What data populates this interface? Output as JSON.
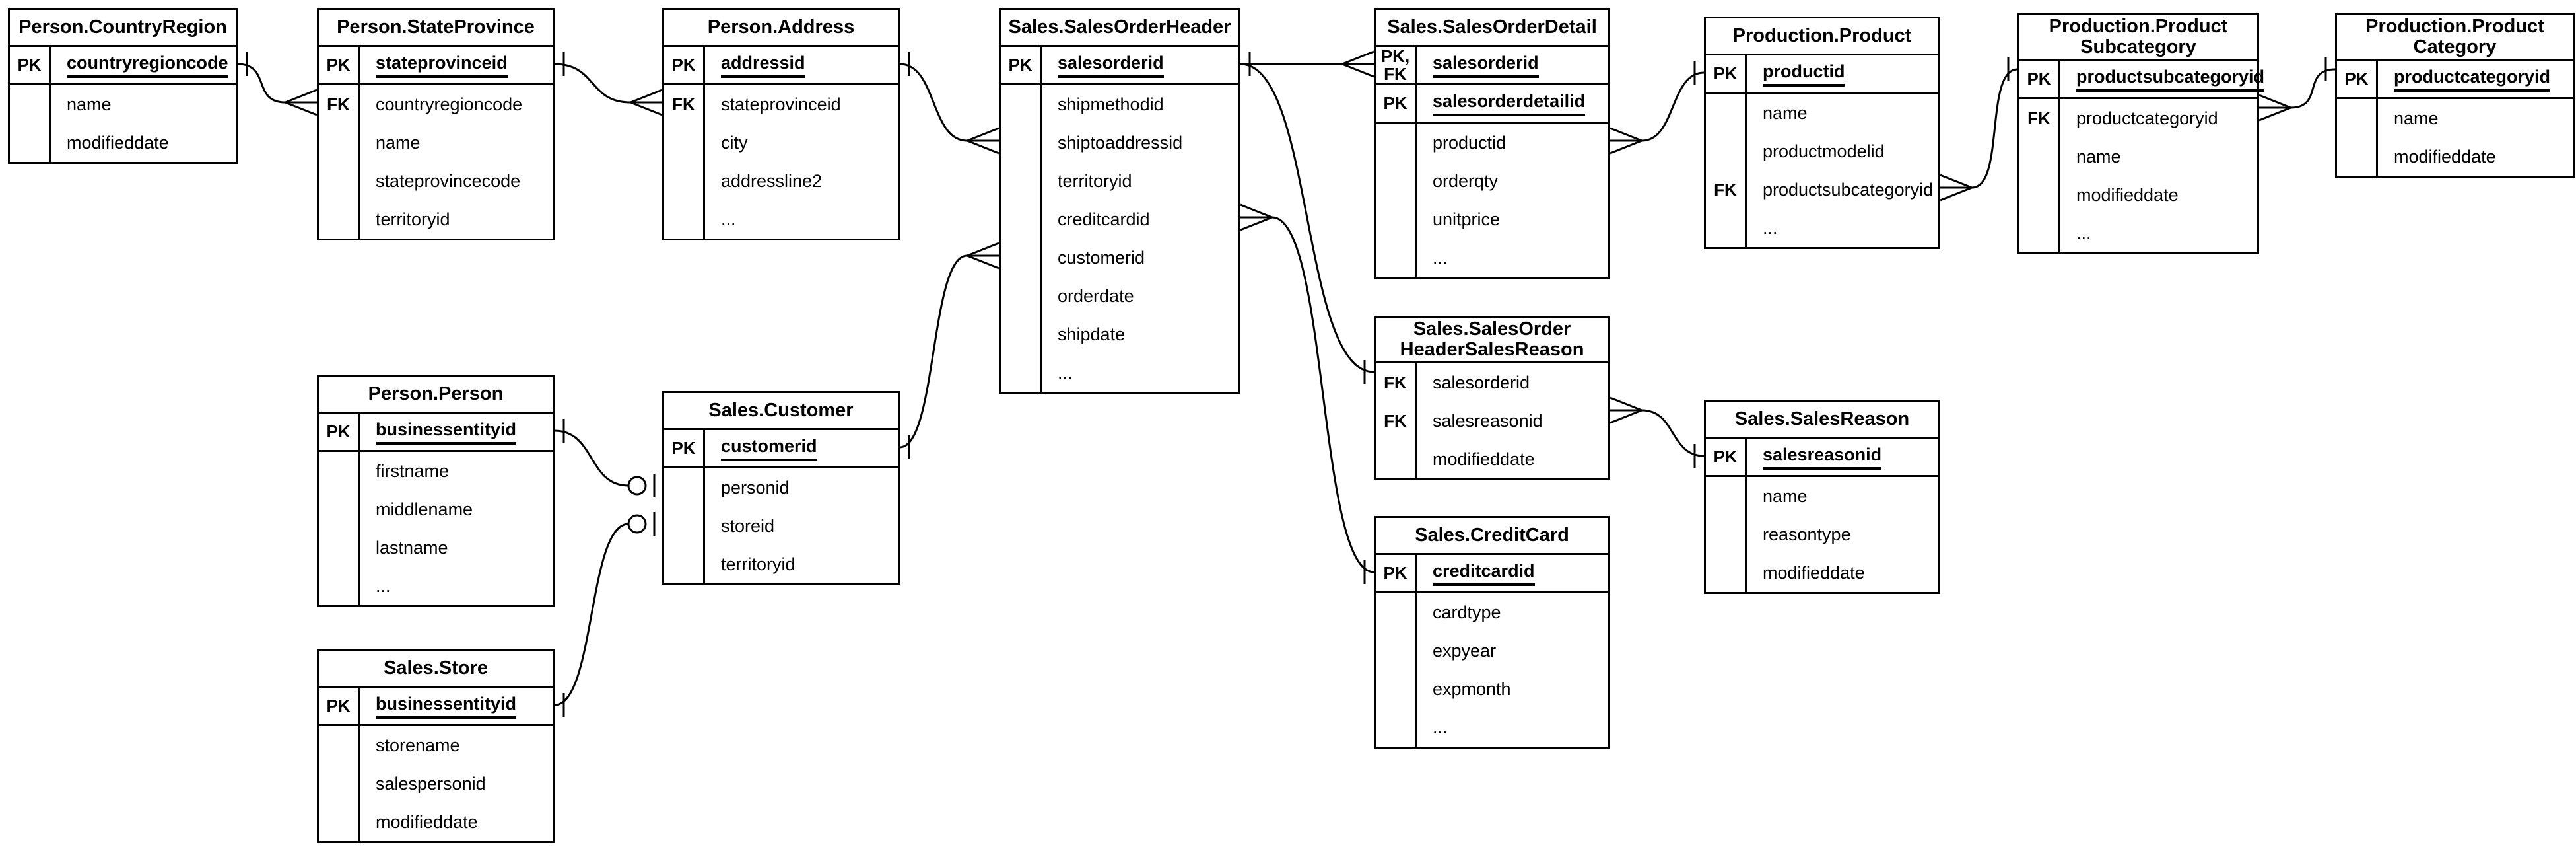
{
  "diagram": {
    "tables": [
      {
        "id": "countryregion",
        "title": "Person.CountryRegion",
        "rows": [
          {
            "key": "PK",
            "name": "countryregioncode",
            "pk": true,
            "sep": true
          },
          {
            "key": "",
            "name": "name",
            "pk": false,
            "sep": false
          },
          {
            "key": "",
            "name": "modifieddate",
            "pk": false,
            "sep": false
          }
        ]
      },
      {
        "id": "stateprovince",
        "title": "Person.StateProvince",
        "rows": [
          {
            "key": "PK",
            "name": "stateprovinceid",
            "pk": true,
            "sep": true
          },
          {
            "key": "FK",
            "name": "countryregioncode",
            "pk": false,
            "sep": false
          },
          {
            "key": "",
            "name": "name",
            "pk": false,
            "sep": false
          },
          {
            "key": "",
            "name": "stateprovincecode",
            "pk": false,
            "sep": false
          },
          {
            "key": "",
            "name": "territoryid",
            "pk": false,
            "sep": false
          }
        ]
      },
      {
        "id": "address",
        "title": "Person.Address",
        "rows": [
          {
            "key": "PK",
            "name": "addressid",
            "pk": true,
            "sep": true
          },
          {
            "key": "FK",
            "name": "stateprovinceid",
            "pk": false,
            "sep": false
          },
          {
            "key": "",
            "name": "city",
            "pk": false,
            "sep": false
          },
          {
            "key": "",
            "name": "addressline2",
            "pk": false,
            "sep": false
          },
          {
            "key": "",
            "name": "...",
            "pk": false,
            "sep": false
          }
        ]
      },
      {
        "id": "salesorderheader",
        "title": "Sales.SalesOrderHeader",
        "rows": [
          {
            "key": "PK",
            "name": "salesorderid",
            "pk": true,
            "sep": true
          },
          {
            "key": "",
            "name": "shipmethodid",
            "pk": false,
            "sep": false
          },
          {
            "key": "",
            "name": "shiptoaddressid",
            "pk": false,
            "sep": false
          },
          {
            "key": "",
            "name": "territoryid",
            "pk": false,
            "sep": false
          },
          {
            "key": "",
            "name": "creditcardid",
            "pk": false,
            "sep": false
          },
          {
            "key": "",
            "name": "customerid",
            "pk": false,
            "sep": false
          },
          {
            "key": "",
            "name": "orderdate",
            "pk": false,
            "sep": false
          },
          {
            "key": "",
            "name": "shipdate",
            "pk": false,
            "sep": false
          },
          {
            "key": "",
            "name": "...",
            "pk": false,
            "sep": false
          }
        ]
      },
      {
        "id": "salesorderdetail",
        "title": "Sales.SalesOrderDetail",
        "rows": [
          {
            "key": "PK,\nFK",
            "name": "salesorderid",
            "pk": true,
            "sep": true
          },
          {
            "key": "PK",
            "name": "salesorderdetailid",
            "pk": true,
            "sep": true
          },
          {
            "key": "",
            "name": "productid",
            "pk": false,
            "sep": false
          },
          {
            "key": "",
            "name": "orderqty",
            "pk": false,
            "sep": false
          },
          {
            "key": "",
            "name": "unitprice",
            "pk": false,
            "sep": false
          },
          {
            "key": "",
            "name": "...",
            "pk": false,
            "sep": false
          }
        ]
      },
      {
        "id": "product",
        "title": "Production.Product",
        "rows": [
          {
            "key": "PK",
            "name": "productid",
            "pk": true,
            "sep": true
          },
          {
            "key": "",
            "name": "name",
            "pk": false,
            "sep": false
          },
          {
            "key": "",
            "name": "productmodelid",
            "pk": false,
            "sep": false
          },
          {
            "key": "FK",
            "name": "productsubcategoryid",
            "pk": false,
            "sep": false
          },
          {
            "key": "",
            "name": "...",
            "pk": false,
            "sep": false
          }
        ]
      },
      {
        "id": "productsubcategory",
        "title": "Production.Product\nSubcategory",
        "rows": [
          {
            "key": "PK",
            "name": "productsubcategoryid",
            "pk": true,
            "sep": true
          },
          {
            "key": "FK",
            "name": "productcategoryid",
            "pk": false,
            "sep": false
          },
          {
            "key": "",
            "name": "name",
            "pk": false,
            "sep": false
          },
          {
            "key": "",
            "name": "modifieddate",
            "pk": false,
            "sep": false
          },
          {
            "key": "",
            "name": "...",
            "pk": false,
            "sep": false
          }
        ]
      },
      {
        "id": "productcategory",
        "title": "Production.Product\nCategory",
        "rows": [
          {
            "key": "PK",
            "name": "productcategoryid",
            "pk": true,
            "sep": true
          },
          {
            "key": "",
            "name": "name",
            "pk": false,
            "sep": false
          },
          {
            "key": "",
            "name": "modifieddate",
            "pk": false,
            "sep": false
          }
        ]
      },
      {
        "id": "person",
        "title": "Person.Person",
        "rows": [
          {
            "key": "PK",
            "name": "businessentityid",
            "pk": true,
            "sep": true
          },
          {
            "key": "",
            "name": "firstname",
            "pk": false,
            "sep": false
          },
          {
            "key": "",
            "name": "middlename",
            "pk": false,
            "sep": false
          },
          {
            "key": "",
            "name": "lastname",
            "pk": false,
            "sep": false
          },
          {
            "key": "",
            "name": "...",
            "pk": false,
            "sep": false
          }
        ]
      },
      {
        "id": "customer",
        "title": "Sales.Customer",
        "rows": [
          {
            "key": "PK",
            "name": "customerid",
            "pk": true,
            "sep": true
          },
          {
            "key": "",
            "name": "personid",
            "pk": false,
            "sep": false
          },
          {
            "key": "",
            "name": "storeid",
            "pk": false,
            "sep": false
          },
          {
            "key": "",
            "name": "territoryid",
            "pk": false,
            "sep": false
          }
        ]
      },
      {
        "id": "salesorderheadersalesreason",
        "title": "Sales.SalesOrder\nHeaderSalesReason",
        "rows": [
          {
            "key": "FK",
            "name": "salesorderid",
            "pk": false,
            "sep": false
          },
          {
            "key": "FK",
            "name": "salesreasonid",
            "pk": false,
            "sep": false
          },
          {
            "key": "",
            "name": "modifieddate",
            "pk": false,
            "sep": false
          }
        ]
      },
      {
        "id": "salesreason",
        "title": "Sales.SalesReason",
        "rows": [
          {
            "key": "PK",
            "name": "salesreasonid",
            "pk": true,
            "sep": true
          },
          {
            "key": "",
            "name": "name",
            "pk": false,
            "sep": false
          },
          {
            "key": "",
            "name": "reasontype",
            "pk": false,
            "sep": false
          },
          {
            "key": "",
            "name": "modifieddate",
            "pk": false,
            "sep": false
          }
        ]
      },
      {
        "id": "store",
        "title": "Sales.Store",
        "rows": [
          {
            "key": "PK",
            "name": "businessentityid",
            "pk": true,
            "sep": true
          },
          {
            "key": "",
            "name": "storename",
            "pk": false,
            "sep": false
          },
          {
            "key": "",
            "name": "salespersonid",
            "pk": false,
            "sep": false
          },
          {
            "key": "",
            "name": "modifieddate",
            "pk": false,
            "sep": false
          }
        ]
      },
      {
        "id": "creditcard",
        "title": "Sales.CreditCard",
        "rows": [
          {
            "key": "PK",
            "name": "creditcardid",
            "pk": true,
            "sep": true
          },
          {
            "key": "",
            "name": "cardtype",
            "pk": false,
            "sep": false
          },
          {
            "key": "",
            "name": "expyear",
            "pk": false,
            "sep": false
          },
          {
            "key": "",
            "name": "expmonth",
            "pk": false,
            "sep": false
          },
          {
            "key": "",
            "name": "...",
            "pk": false,
            "sep": false
          }
        ]
      }
    ],
    "relationships": [
      {
        "from": {
          "table": "countryregion",
          "row": 0,
          "side": "right",
          "marker": "one"
        },
        "to": {
          "table": "stateprovince",
          "row": 1,
          "side": "left",
          "marker": "many"
        }
      },
      {
        "from": {
          "table": "stateprovince",
          "row": 0,
          "side": "right",
          "marker": "one"
        },
        "to": {
          "table": "address",
          "row": 1,
          "side": "left",
          "marker": "many"
        }
      },
      {
        "from": {
          "table": "address",
          "row": 0,
          "side": "right",
          "marker": "one"
        },
        "to": {
          "table": "salesorderheader",
          "row": 2,
          "side": "left",
          "marker": "many"
        }
      },
      {
        "from": {
          "table": "salesorderheader",
          "row": 0,
          "side": "right",
          "marker": "one"
        },
        "to": {
          "table": "salesorderdetail",
          "row": 0,
          "side": "left",
          "marker": "many"
        }
      },
      {
        "from": {
          "table": "salesorderheader",
          "row": 0,
          "side": "right",
          "marker": "none"
        },
        "to": {
          "table": "salesorderheadersalesreason",
          "row": 0,
          "side": "left",
          "marker": "one"
        }
      },
      {
        "from": {
          "table": "salesorderheader",
          "row": 4,
          "side": "right",
          "marker": "many"
        },
        "to": {
          "table": "creditcard",
          "row": 0,
          "side": "left",
          "marker": "one"
        }
      },
      {
        "from": {
          "table": "customer",
          "row": 0,
          "side": "right",
          "marker": "one"
        },
        "to": {
          "table": "salesorderheader",
          "row": 5,
          "side": "left",
          "marker": "many"
        }
      },
      {
        "from": {
          "table": "person",
          "row": 0,
          "side": "right",
          "marker": "one"
        },
        "to": {
          "table": "customer",
          "row": 1,
          "side": "left",
          "marker": "zero-one"
        }
      },
      {
        "from": {
          "table": "store",
          "row": 0,
          "side": "right",
          "marker": "one"
        },
        "to": {
          "table": "customer",
          "row": 2,
          "side": "left",
          "marker": "zero-one"
        }
      },
      {
        "from": {
          "table": "salesorderdetail",
          "row": 2,
          "side": "right",
          "marker": "many"
        },
        "to": {
          "table": "product",
          "row": 0,
          "side": "left",
          "marker": "one"
        }
      },
      {
        "from": {
          "table": "product",
          "row": 3,
          "side": "right",
          "marker": "many"
        },
        "to": {
          "table": "productsubcategory",
          "row": 0,
          "side": "left",
          "marker": "one"
        }
      },
      {
        "from": {
          "table": "productsubcategory",
          "row": 1,
          "side": "right",
          "marker": "many"
        },
        "to": {
          "table": "productcategory",
          "row": 0,
          "side": "left",
          "marker": "one"
        }
      },
      {
        "from": {
          "table": "salesorderheadersalesreason",
          "row": 1,
          "side": "right",
          "marker": "many"
        },
        "to": {
          "table": "salesreason",
          "row": 0,
          "side": "left",
          "marker": "one"
        }
      }
    ]
  }
}
